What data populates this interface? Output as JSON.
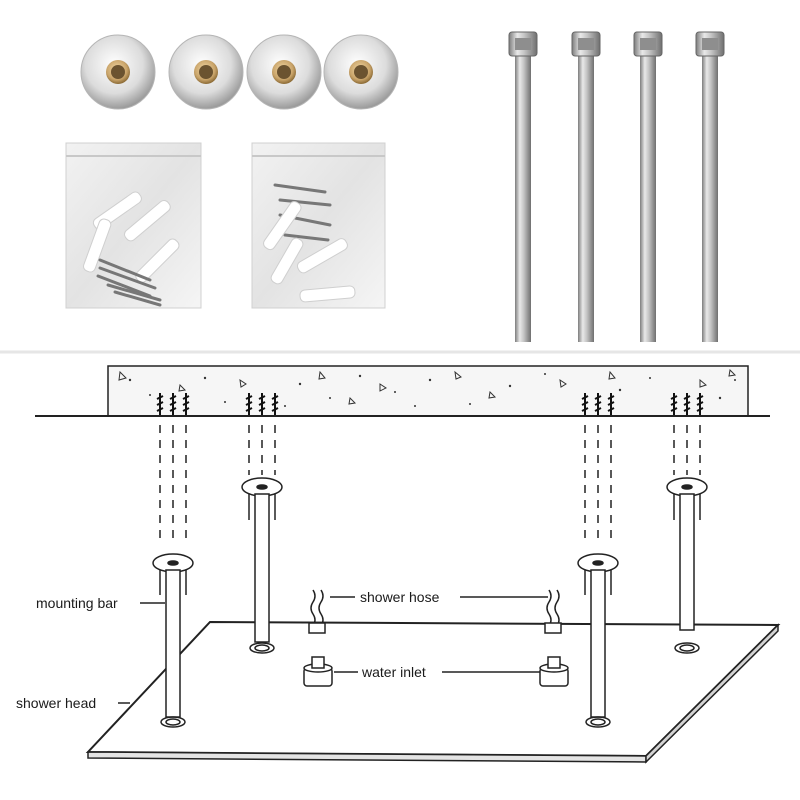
{
  "labels": {
    "mounting_bar": "mounting bar",
    "shower_hose": "shower hose",
    "water_inlet": "water inlet",
    "shower_head": "shower head"
  },
  "colors": {
    "steel_light": "#e8e8e8",
    "steel_dark": "#8a8a8a",
    "brass": "#c9a46a",
    "line": "#222222",
    "concrete": "#f6f6f6"
  },
  "parts": {
    "flange_count": 4,
    "rod_count": 4,
    "bag_count": 2
  }
}
